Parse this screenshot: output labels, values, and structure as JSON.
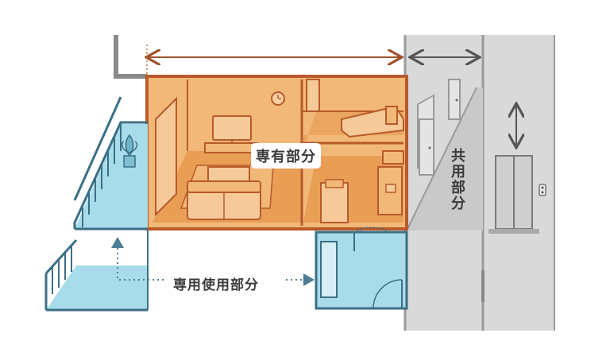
{
  "labels": {
    "private_area": "専有部分",
    "exclusive_use_area": "専用使用部分",
    "common_area": "共用部分"
  },
  "icons": [
    "clock-icon",
    "tv-icon",
    "sofa-icon",
    "bed-icon",
    "plant-icon",
    "kitchen-sink-icon",
    "elevator-icon",
    "elevator-button-icon"
  ],
  "colors": {
    "private_fill": "#f0b070",
    "private_floor": "#e79a4c",
    "outline": "#b85a2a",
    "balcony_fill": "#a8dcea",
    "balcony_outline": "#3c6f85",
    "common_fill": "#d8d8d8",
    "wall": "#8a8a8a",
    "dimension_arrow": "#a0522d"
  }
}
